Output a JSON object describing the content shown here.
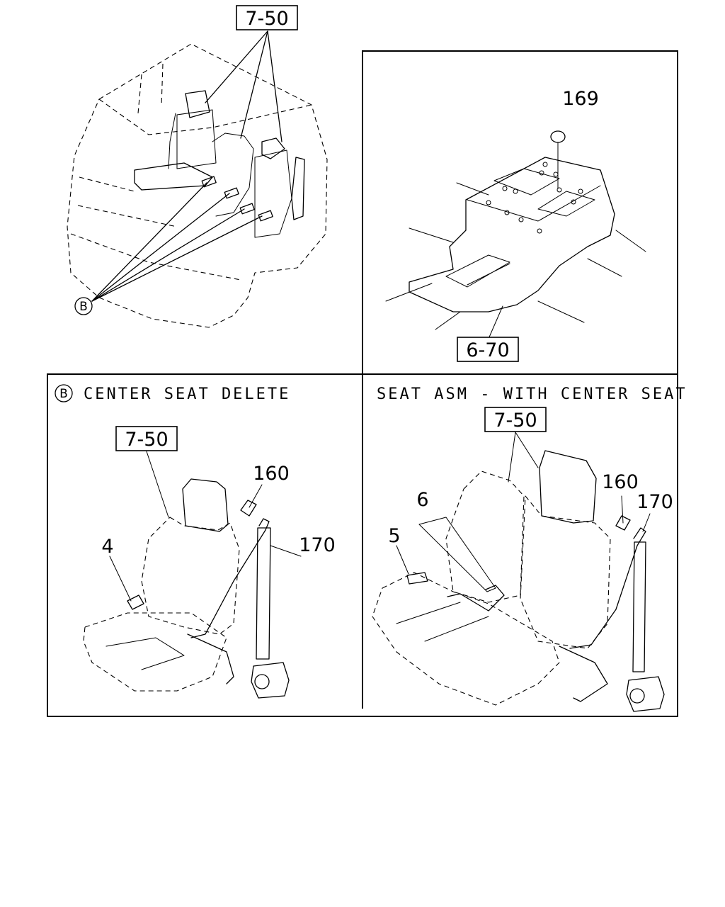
{
  "refs": {
    "main_ref": "7-50",
    "console_ref": "6-70",
    "left_panel_ref": "7-50",
    "right_panel_ref": "7-50"
  },
  "callout": {
    "symbol": "B"
  },
  "parts": {
    "p169": "169",
    "p160_left": "160",
    "p170_left": "170",
    "p4": "4",
    "p160_right": "160",
    "p170_right": "170",
    "p5": "5",
    "p6": "6"
  },
  "captions": {
    "left": "CENTER SEAT DELETE",
    "right": "SEAT ASM - WITH CENTER SEAT"
  }
}
